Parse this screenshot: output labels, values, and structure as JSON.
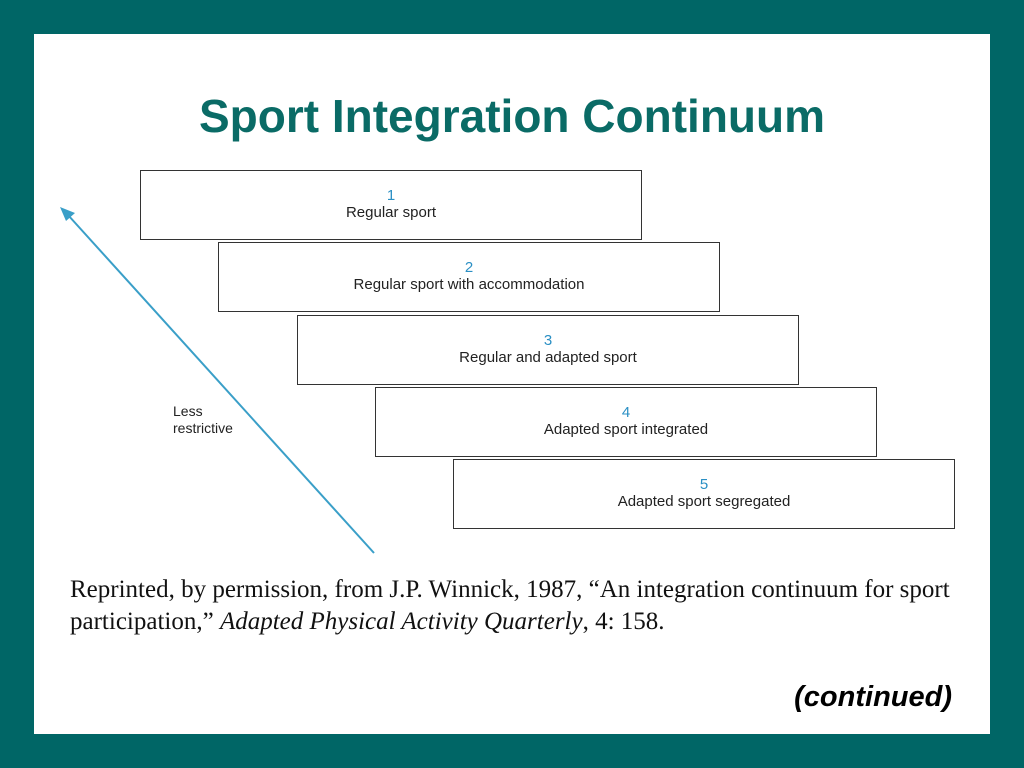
{
  "slide": {
    "title": "Sport Integration Continuum",
    "continued": "(continued)"
  },
  "diagram": {
    "steps": [
      {
        "number": "1",
        "label": "Regular sport"
      },
      {
        "number": "2",
        "label": "Regular sport with accommodation"
      },
      {
        "number": "3",
        "label": "Regular and adapted sport"
      },
      {
        "number": "4",
        "label": "Adapted sport integrated"
      },
      {
        "number": "5",
        "label": "Adapted sport segregated"
      }
    ],
    "arrow_label_line1": "Less",
    "arrow_label_line2": "restrictive",
    "colors": {
      "number": "#2a8fc4",
      "arrow": "#3a9fc8",
      "title": "#0a6b66",
      "frame": "#006666"
    }
  },
  "citation": {
    "text_part1": "Reprinted, by permission, from J.P. Winnick, 1987, “An integration continuum for sport participation,” ",
    "journal": "Adapted Physical Activity Quarterly",
    "text_part2": ", 4: 158."
  }
}
